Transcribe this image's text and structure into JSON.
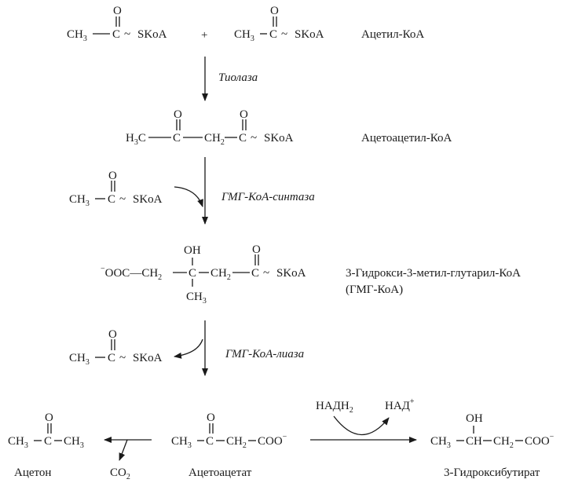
{
  "atoms": {
    "o": "O",
    "oh": "OH",
    "c": "C",
    "ch": "CH",
    "ch3": "CH",
    "h": "H",
    "s3": "3",
    "s2": "2",
    "sub2": "2",
    "dash": "—",
    "tilde": "~",
    "skoa": "SKoA",
    "coo": "COO",
    "ooc": "OOC",
    "minus": "−",
    "plus": "+",
    "nadh": "НАДН",
    "nad": "НАД",
    "co2": "CO"
  },
  "compounds": {
    "acetyl_coa": "Ацетил-КоА",
    "acetoacetyl_coa": "Ацетоацетил-КоА",
    "hmg_coa_line1": "3-Гидрокси-3-метил-глутарил-КоА",
    "hmg_coa_line2": "(ГМГ-КоА)",
    "acetone": "Ацетон",
    "acetoacetate": "Ацетоацетат",
    "hydroxybutyrate": "3-Гидроксибутират"
  },
  "enzymes": {
    "thiolase": "Тиолаза",
    "hmg_synthase": "ГМГ-КоА-синтаза",
    "hmg_lyase": "ГМГ-КоА-лиаза"
  }
}
